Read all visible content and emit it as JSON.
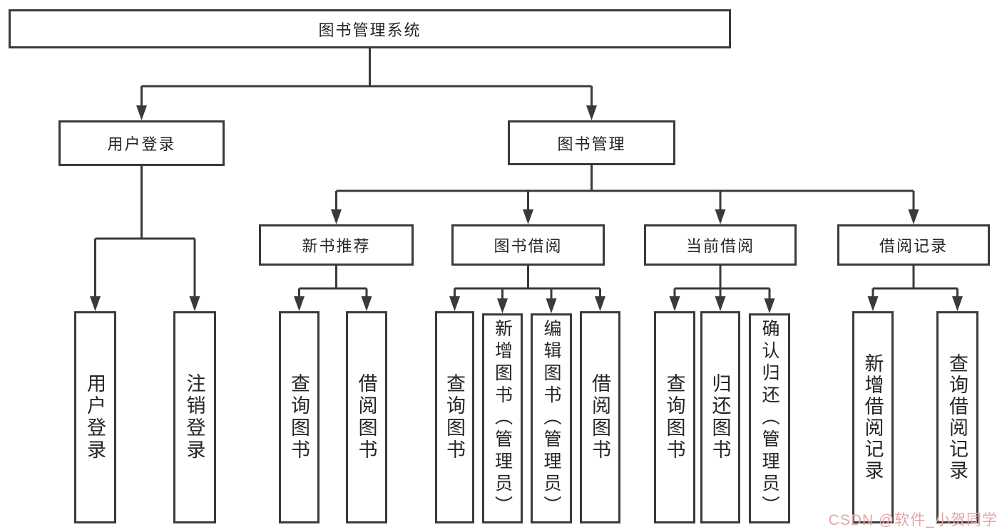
{
  "tree": {
    "root": {
      "label": "图书管理系统"
    },
    "children": [
      {
        "label": "用户登录",
        "children": [
          {
            "label": "用户登录"
          },
          {
            "label": "注销登录"
          }
        ]
      },
      {
        "label": "图书管理",
        "children": [
          {
            "label": "新书推荐",
            "children": [
              {
                "label": "查询图书"
              },
              {
                "label": "借阅图书"
              }
            ]
          },
          {
            "label": "图书借阅",
            "children": [
              {
                "label": "查询图书"
              },
              {
                "label": "新增图书（管理员）"
              },
              {
                "label": "编辑图书（管理员）"
              },
              {
                "label": "借阅图书"
              }
            ]
          },
          {
            "label": "当前借阅",
            "children": [
              {
                "label": "查询图书"
              },
              {
                "label": "归还图书"
              },
              {
                "label": "确认归还（管理员）"
              }
            ]
          },
          {
            "label": "借阅记录",
            "children": [
              {
                "label": "新增借阅记录"
              },
              {
                "label": "查询借阅记录"
              }
            ]
          }
        ]
      }
    ]
  },
  "watermark": {
    "text": "CSDN @软件_小贺同学"
  },
  "colors": {
    "line": "#3a3a3a",
    "node_border": "#3a3a3a",
    "text": "#252525",
    "watermark": "#e5a4a4",
    "background": "#ffffff"
  }
}
